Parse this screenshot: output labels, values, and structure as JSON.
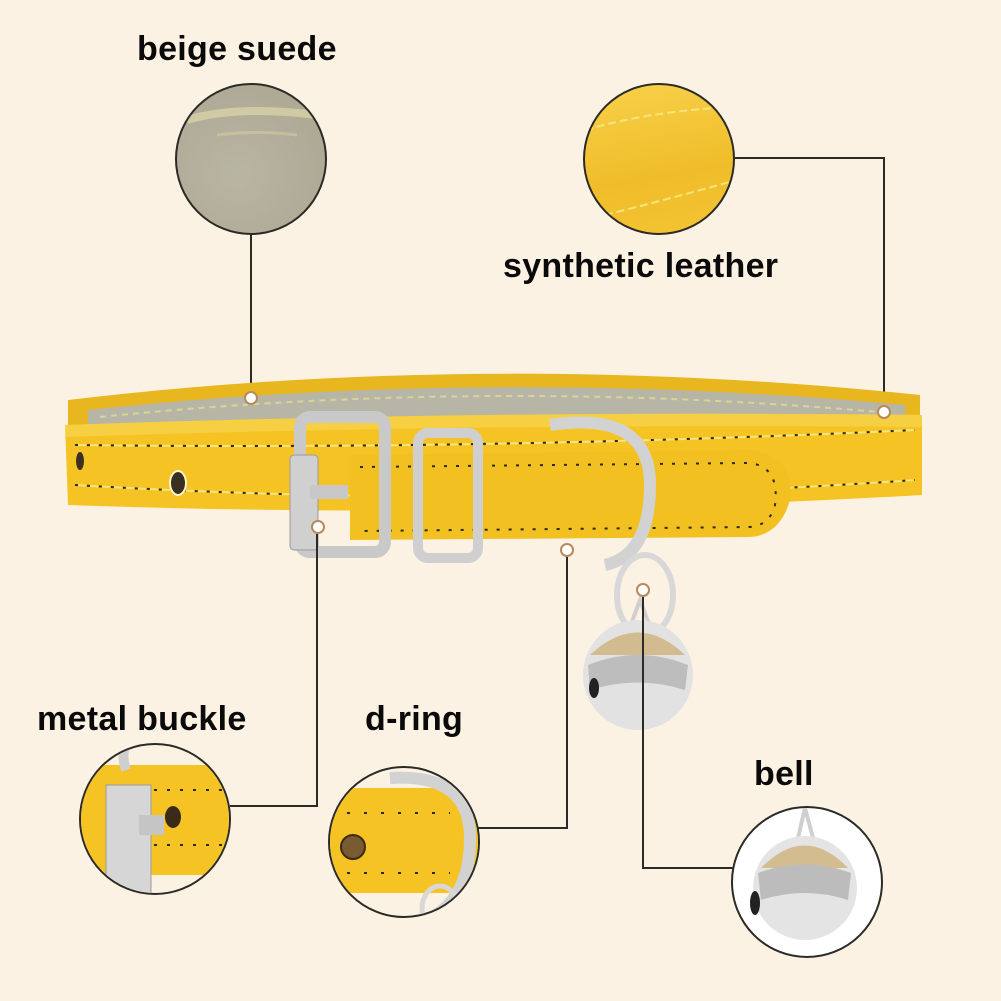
{
  "labels": {
    "beige_suede": "beige suede",
    "synthetic_leather": "synthetic leather",
    "metal_buckle": "metal buckle",
    "d_ring": "d-ring",
    "bell": "bell"
  },
  "colors": {
    "background": "#fcf2e3",
    "leather_yellow": "#f5c323",
    "suede_beige": "#b3ae9b",
    "metal_silver": "#d8d8d8",
    "callout_line": "#2b2a26",
    "marker_dot_border": "#b8895a"
  },
  "icons": {
    "suede_swatch": "beige-suede-swatch",
    "leather_swatch": "yellow-leather-swatch",
    "buckle_detail": "metal-buckle-detail",
    "dring_detail": "d-ring-detail",
    "bell_detail": "bell-detail",
    "product": "cat-collar-photo"
  }
}
